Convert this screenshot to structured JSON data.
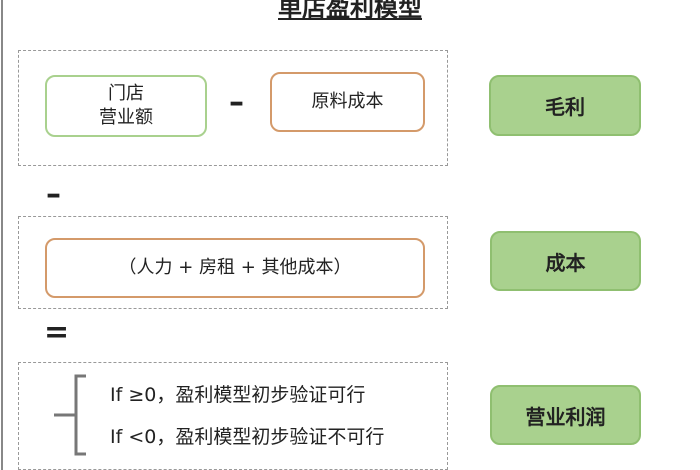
{
  "title": "单店盈利模型",
  "row1": {
    "revenue": "门店\n营业额",
    "minus": "–",
    "material_cost": "原料成本",
    "result": "毛利"
  },
  "op_minus": "–",
  "row2": {
    "costs": "（人力 + 房租 + 其他成本）",
    "result": "成本"
  },
  "op_equals": "=",
  "row3": {
    "condition_positive": "If ≥0，盈利模型初步验证可行",
    "condition_negative": "If <0，盈利模型初步验证不可行",
    "result": "营业利润"
  },
  "colors": {
    "green_fill": "#a9d18e",
    "green_border": "#a9d18e",
    "orange_border": "#d49a6a",
    "dashed": "#999999"
  }
}
